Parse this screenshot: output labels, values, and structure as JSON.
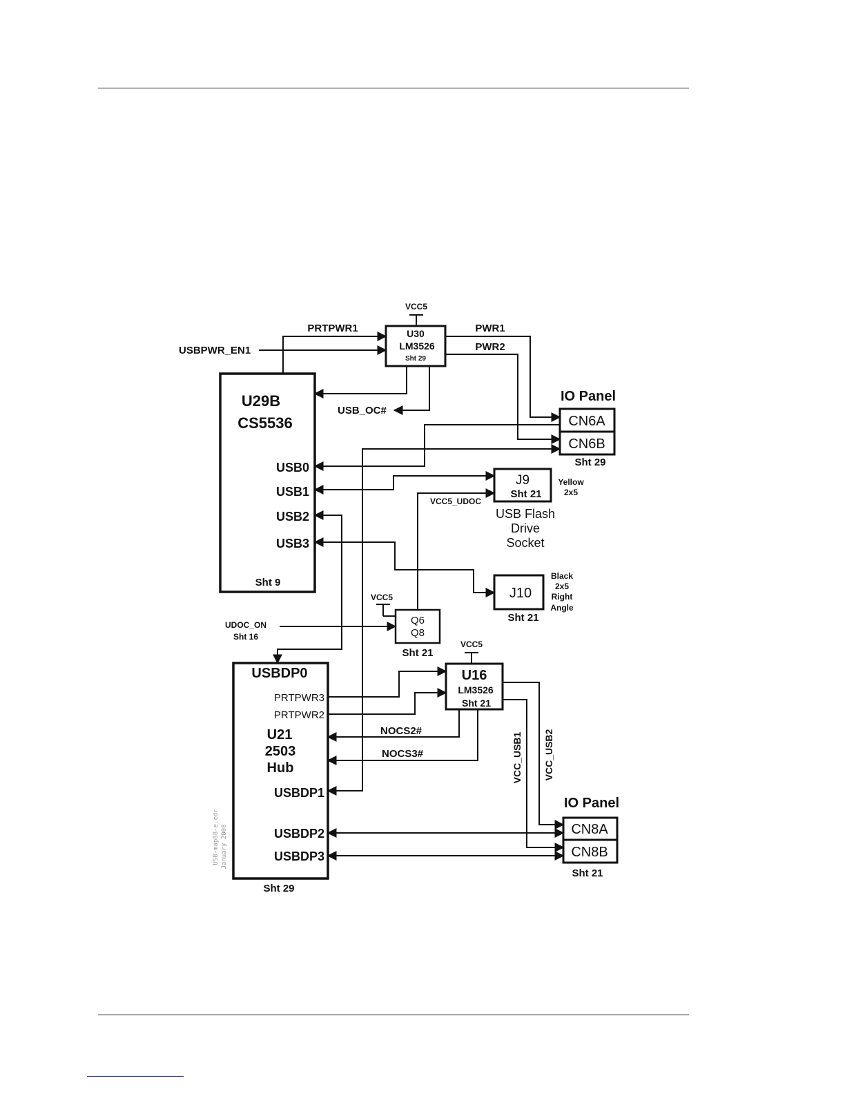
{
  "diagram": {
    "labels": {
      "vcc5_top": "VCC5",
      "prtpwr1": "PRTPWR1",
      "usbpwr_en1": "USBPWR_EN1",
      "pwr1": "PWR1",
      "pwr2": "PWR2",
      "usb_oc": "USB_OC#",
      "io_panel_1": "IO Panel",
      "vcc5_udoc": "VCC5_UDOC",
      "yellow": "Yellow",
      "yellow_2x5": "2x5",
      "usb_flash_1": "USB Flash",
      "usb_flash_2": "Drive",
      "usb_flash_3": "Socket",
      "black": "Black",
      "black_2x5": "2x5",
      "right": "Right",
      "angle": "Angle",
      "vcc5_q": "VCC5",
      "udoc_on": "UDOC_ON",
      "udoc_sht": "Sht 16",
      "vcc5_u16": "VCC5",
      "nocs2": "NOCS2#",
      "nocs3": "NOCS3#",
      "vcc_usb1": "VCC_USB1",
      "vcc_usb2": "VCC_USB2",
      "io_panel_2": "IO Panel"
    },
    "u30": {
      "name": "U30",
      "part": "LM3526",
      "sheet": "Sht 29"
    },
    "u29b": {
      "name": "U29B",
      "part": "CS5536",
      "usb0": "USB0",
      "usb1": "USB1",
      "usb2": "USB2",
      "usb3": "USB3",
      "sheet": "Sht 9"
    },
    "cn6": {
      "a": "CN6A",
      "b": "CN6B",
      "sheet": "Sht 29"
    },
    "j9": {
      "name": "J9",
      "sheet": "Sht 21"
    },
    "j10": {
      "name": "J10",
      "sheet": "Sht 21"
    },
    "q6q8": {
      "q6": "Q6",
      "q8": "Q8",
      "sheet": "Sht 21"
    },
    "u16": {
      "name": "U16",
      "part": "LM3526",
      "sheet": "Sht 21"
    },
    "u21": {
      "dp0": "USBDP0",
      "prtpwr3": "PRTPWR3",
      "prtpwr2": "PRTPWR2",
      "name": "U21",
      "num": "2503",
      "hub": "Hub",
      "dp1": "USBDP1",
      "dp2": "USBDP2",
      "dp3": "USBDP3",
      "sheet": "Sht 29"
    },
    "cn8": {
      "a": "CN8A",
      "b": "CN8B",
      "sheet": "Sht 21"
    },
    "watermark": {
      "line1": "USB-map88-e.cdr",
      "line2": "January 2008"
    }
  },
  "colors": {
    "ink": "#111111",
    "rule": "#222222",
    "link": "#2a3aa0"
  }
}
